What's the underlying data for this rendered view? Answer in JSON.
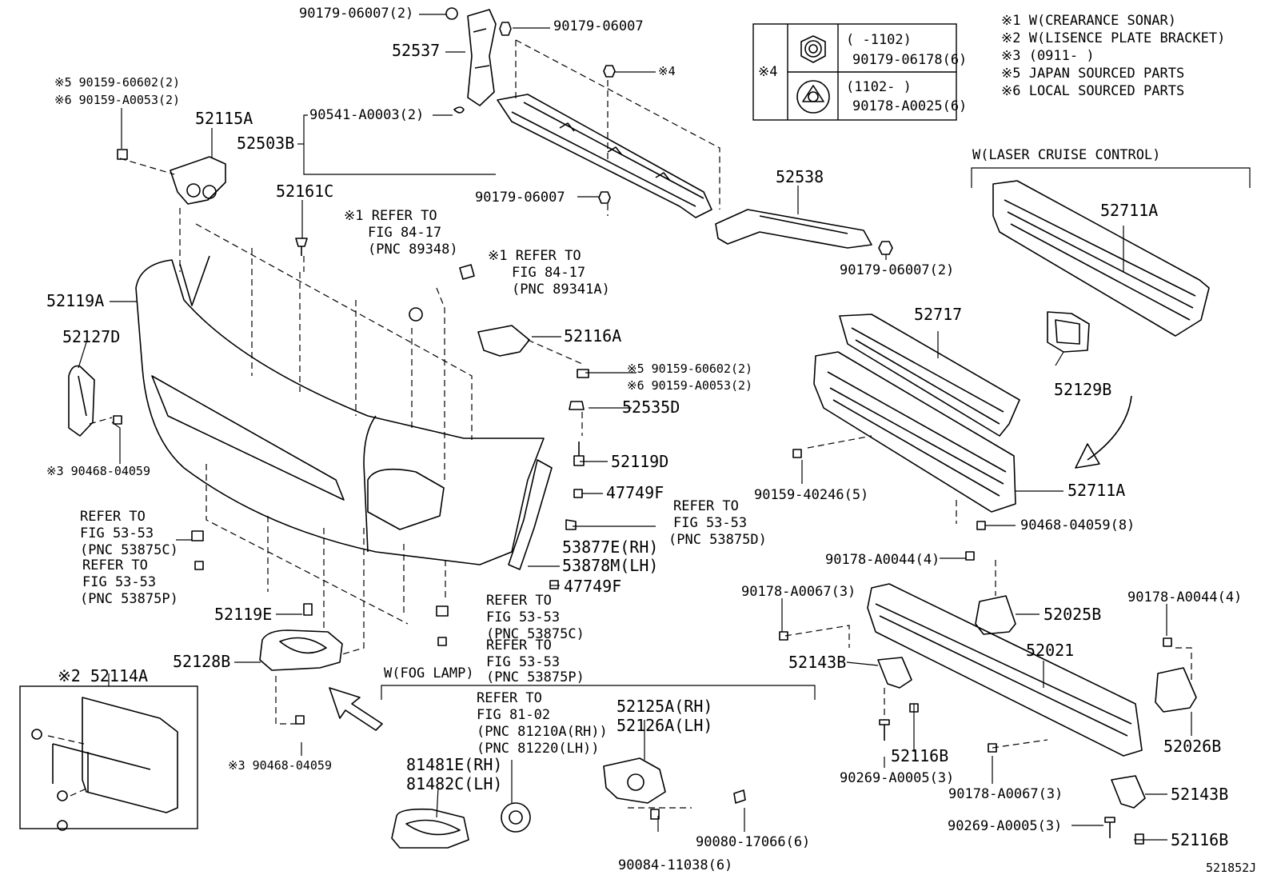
{
  "legend": {
    "items": [
      "※1 W(CREARANCE SONAR)",
      "※2 W(LISENCE PLATE BRACKET)",
      "※3 (0911-     )",
      "※5 JAPAN SOURCED PARTS",
      "※6 LOCAL SOURCED PARTS"
    ]
  },
  "note4": {
    "mark": "※4",
    "rows": [
      {
        "range": "(      -1102)",
        "part": "90179-06178(6)"
      },
      {
        "range": "(1102-      )",
        "part": "90178-A0025(6)"
      }
    ]
  },
  "groups": {
    "laser": "W(LASER CRUISE CONTROL)",
    "fog": "W(FOG LAMP)"
  },
  "labels": [
    "90179-06007(2)",
    "90179-06007",
    "52537",
    "※4",
    "※5 90159-60602(2)",
    "※6 90159-A0053(2)",
    "52115A",
    "90541-A0003(2)",
    "52503B",
    "52161C",
    "※1 REFER TO",
    "FIG 84-17",
    "(PNC 89348)",
    "※1 REFER TO",
    "FIG 84-17",
    "(PNC 89341A)",
    "90179-06007",
    "52538",
    "90179-06007(2)",
    "52119A",
    "52127D",
    "52116A",
    "※5 90159-60602(2)",
    "※6 90159-A0053(2)",
    "52535D",
    "52119D",
    "47749F",
    "REFER TO",
    "FIG 53-53",
    "(PNC 53875D)",
    "※3 90468-04059",
    "REFER TO",
    "FIG 53-53",
    "(PNC 53875C)",
    "REFER TO",
    "FIG 53-53",
    "(PNC 53875P)",
    "53877E(RH)",
    "53878M(LH)",
    "47749F",
    "52119E",
    "REFER TO",
    "FIG 53-53",
    "(PNC 53875C)",
    "REFER TO",
    "FIG 53-53",
    "(PNC 53875P)",
    "52128B",
    "※2 52114A",
    "※3 90468-04059",
    "REFER TO",
    "FIG 81-02",
    "(PNC 81210A(RH))",
    "(PNC 81220(LH))",
    "81481E(RH)",
    "81482C(LH)",
    "52125A(RH)",
    "52126A(LH)",
    "90080-17066(6)",
    "90084-11038(6)",
    "52711A",
    "52129B",
    "52717",
    "90159-40246(5)",
    "52711A",
    "90468-04059(8)",
    "90178-A0044(4)",
    "90178-A0067(3)",
    "52025B",
    "90178-A0044(4)",
    "52143B",
    "52021",
    "52116B",
    "90269-A0005(3)",
    "90178-A0067(3)",
    "52026B",
    "52143B",
    "90269-A0005(3)",
    "52116B"
  ],
  "diagram_id": "521852J"
}
